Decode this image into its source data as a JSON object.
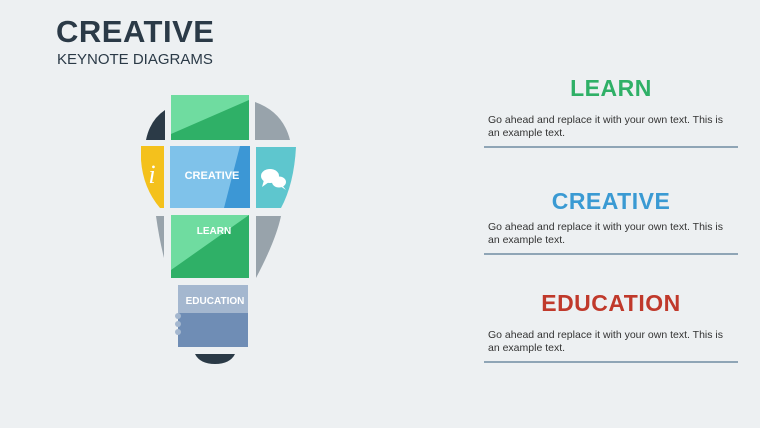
{
  "header": {
    "title": "CREATIVE",
    "subtitle": "KEYNOTE DIAGRAMS"
  },
  "bulb": {
    "creative_label": "CREATIVE",
    "learn_label": "LEARN",
    "education_label": "EDUCATION",
    "info_glyph": "i"
  },
  "sections": [
    {
      "heading": "LEARN",
      "color": "#2fb067",
      "text": "Go ahead and replace it with your own text. This is an example text."
    },
    {
      "heading": "CREATIVE",
      "color": "#3a9ad3",
      "text": "Go ahead and replace it with your own text. This is an example text."
    },
    {
      "heading": "EDUCATION",
      "color": "#c0392b",
      "text": "Go ahead and replace it with your own text. This is an example text."
    }
  ],
  "icons": [
    "info-icon",
    "chat-bubbles-icon"
  ]
}
